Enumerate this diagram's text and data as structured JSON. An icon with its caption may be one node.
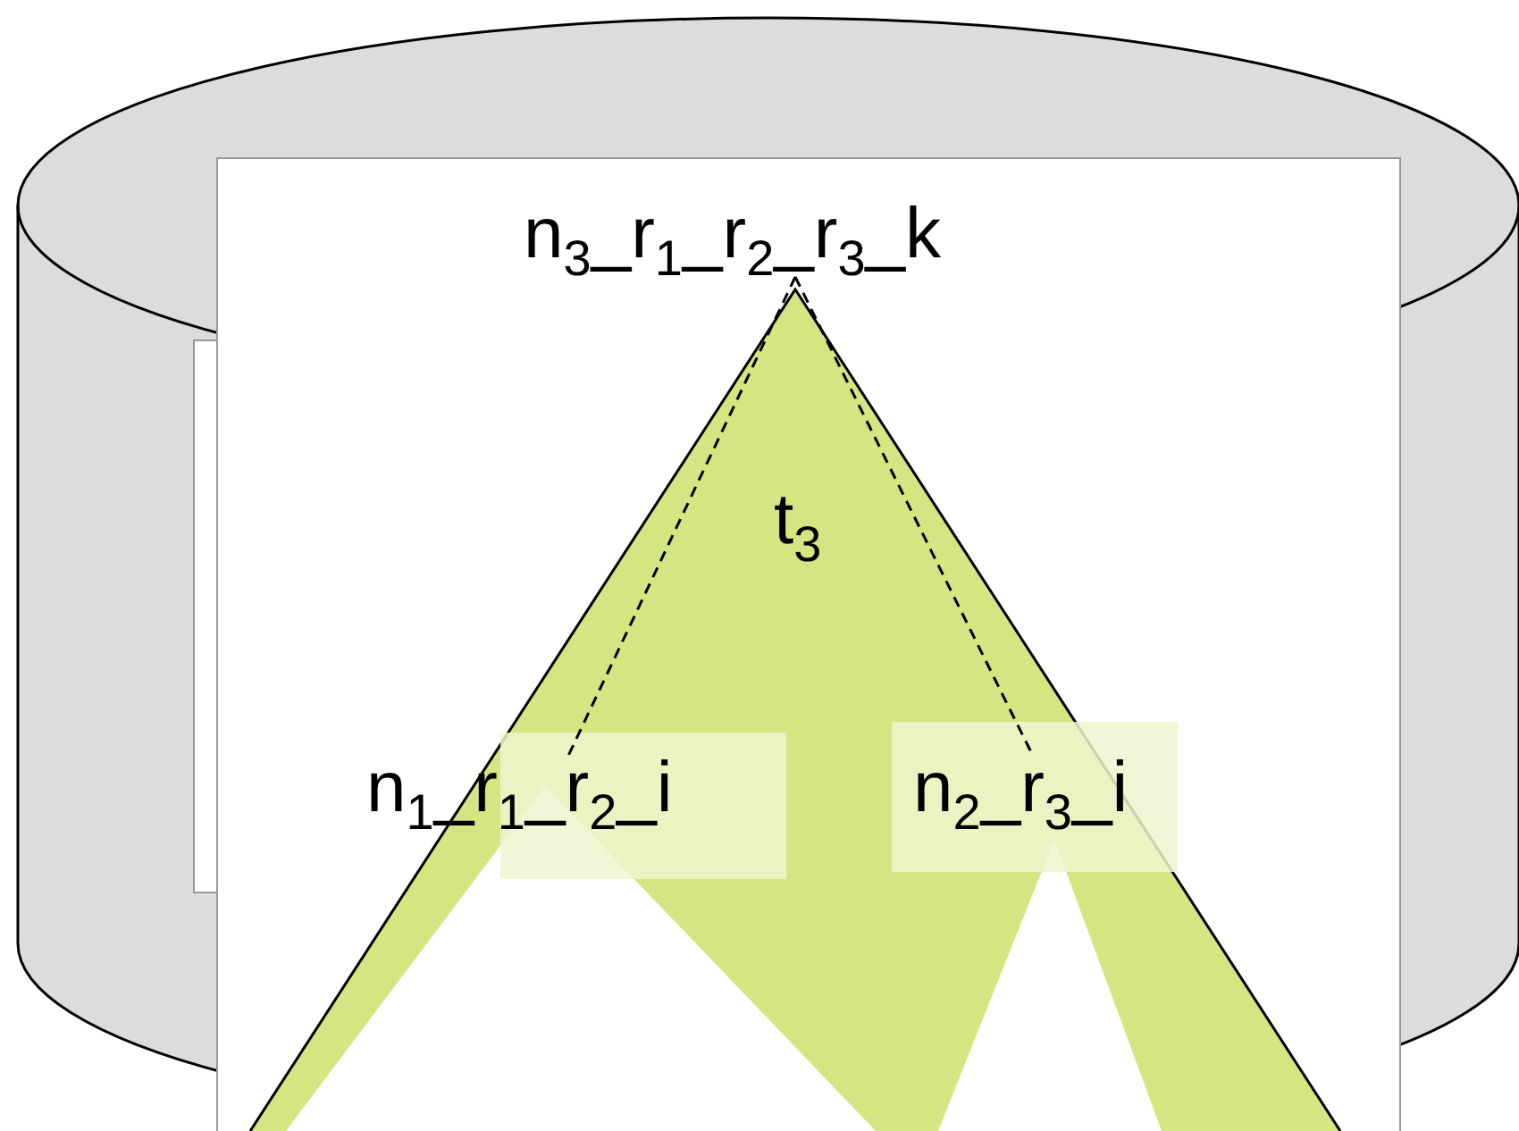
{
  "diagram": {
    "nodes": [
      {
        "text": [],
        "shape": "cylinder"
      },
      {
        "text": [],
        "shape": "box",
        "in": 0
      },
      {
        "text": [],
        "shape": "box",
        "in": 0
      },
      {
        "text": [
          "t$_{3}$"
        ],
        "in": 2
      },
      {
        "text": [
          "n$_{3}$_r$_{1}$_r$_{2}$_r$_{3}$_k"
        ],
        "in": 2
      },
      {
        "text": [
          "n$_{1}$_r$_{1}$_r$_{2}$_i"
        ],
        "in": 2
      },
      {
        "text": [
          "n$_{2}$_r$_{3}$_i"
        ],
        "in": 2
      }
    ],
    "edges": [
      {
        "from": 4,
        "to": 5,
        "arrow": "none",
        "style": "dashed"
      },
      {
        "from": 4,
        "to": 6,
        "arrow": "none",
        "style": "dashed"
      }
    ]
  }
}
